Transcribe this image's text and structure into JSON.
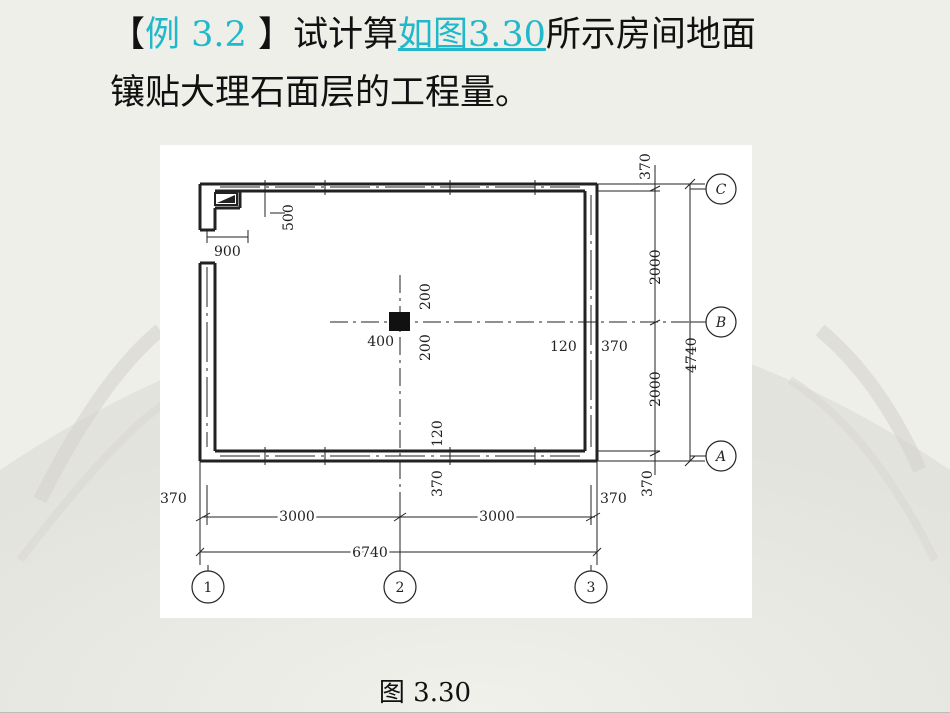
{
  "slide": {
    "bullet_glyph": "",
    "question": {
      "open_bracket": "【",
      "example_ref": "例 3.2 ",
      "close_bracket": "】",
      "prefix": "试计算",
      "fig_link_word": "如图",
      "fig_link_num": "3.30",
      "line1_rest": "所示房间地面",
      "line2": "镶贴大理石面层的工程量。"
    },
    "caption": "图 3.30"
  },
  "drawing": {
    "dims": {
      "wall_top": "370",
      "bay_upper": "2000",
      "bay_lower": "2000",
      "total_depth": "4740",
      "wall_bottom_right": "370",
      "door_width": "500",
      "door_offset": "900",
      "col_size_h": "200",
      "col_size_v": "200",
      "col_offset": "400",
      "inner_120_right": "120",
      "outer_370_right": "370",
      "inner_120_bottom": "120",
      "outer_370_bottom": "370",
      "wall_left": "370",
      "span_left": "3000",
      "span_right": "3000",
      "wall_right_bottom": "370",
      "total_width": "6740"
    },
    "axes": {
      "row_c": "C",
      "row_b": "B",
      "row_a": "A",
      "col_1": "1",
      "col_2": "2",
      "col_3": "3"
    },
    "colors": {
      "link": "#21b8c9",
      "line": "#222222"
    }
  }
}
